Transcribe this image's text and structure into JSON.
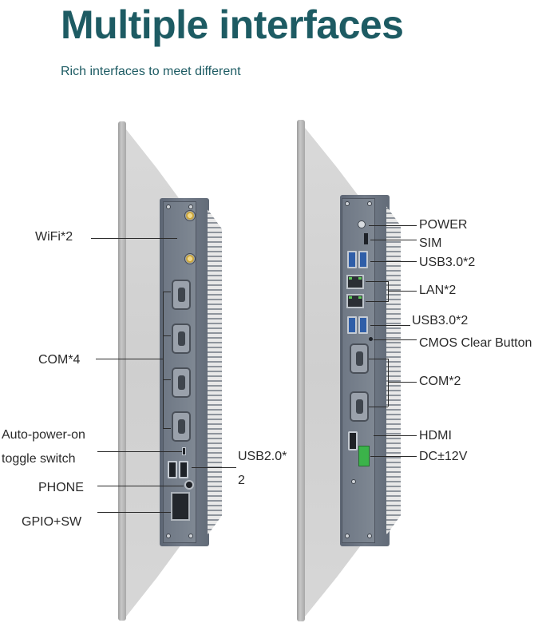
{
  "header": {
    "title": "Multiple interfaces",
    "subtitle": "Rich interfaces to meet different"
  },
  "left_device": {
    "labels": {
      "wifi": "WiFi*2",
      "com": "COM*4",
      "auto_power_line1": "Auto-power-on",
      "auto_power_line2": "toggle switch",
      "usb20_line1": "USB2.0*",
      "usb20_line2": "2",
      "phone": "PHONE",
      "gpio": "GPIO+SW"
    }
  },
  "right_device": {
    "labels": {
      "power": "POWER",
      "sim": "SIM",
      "usb30_top": "USB3.0*2",
      "lan": "LAN*2",
      "usb30_bottom": "USB3.0*2",
      "cmos": "CMOS Clear Button",
      "com": "COM*2",
      "hdmi": "HDMI",
      "dc": "DC±12V"
    }
  },
  "colors": {
    "title": "#1d5b63",
    "io_panel": "#6f7885",
    "usb3": "#2f5ea8",
    "dc_connector": "#3bb34a"
  }
}
